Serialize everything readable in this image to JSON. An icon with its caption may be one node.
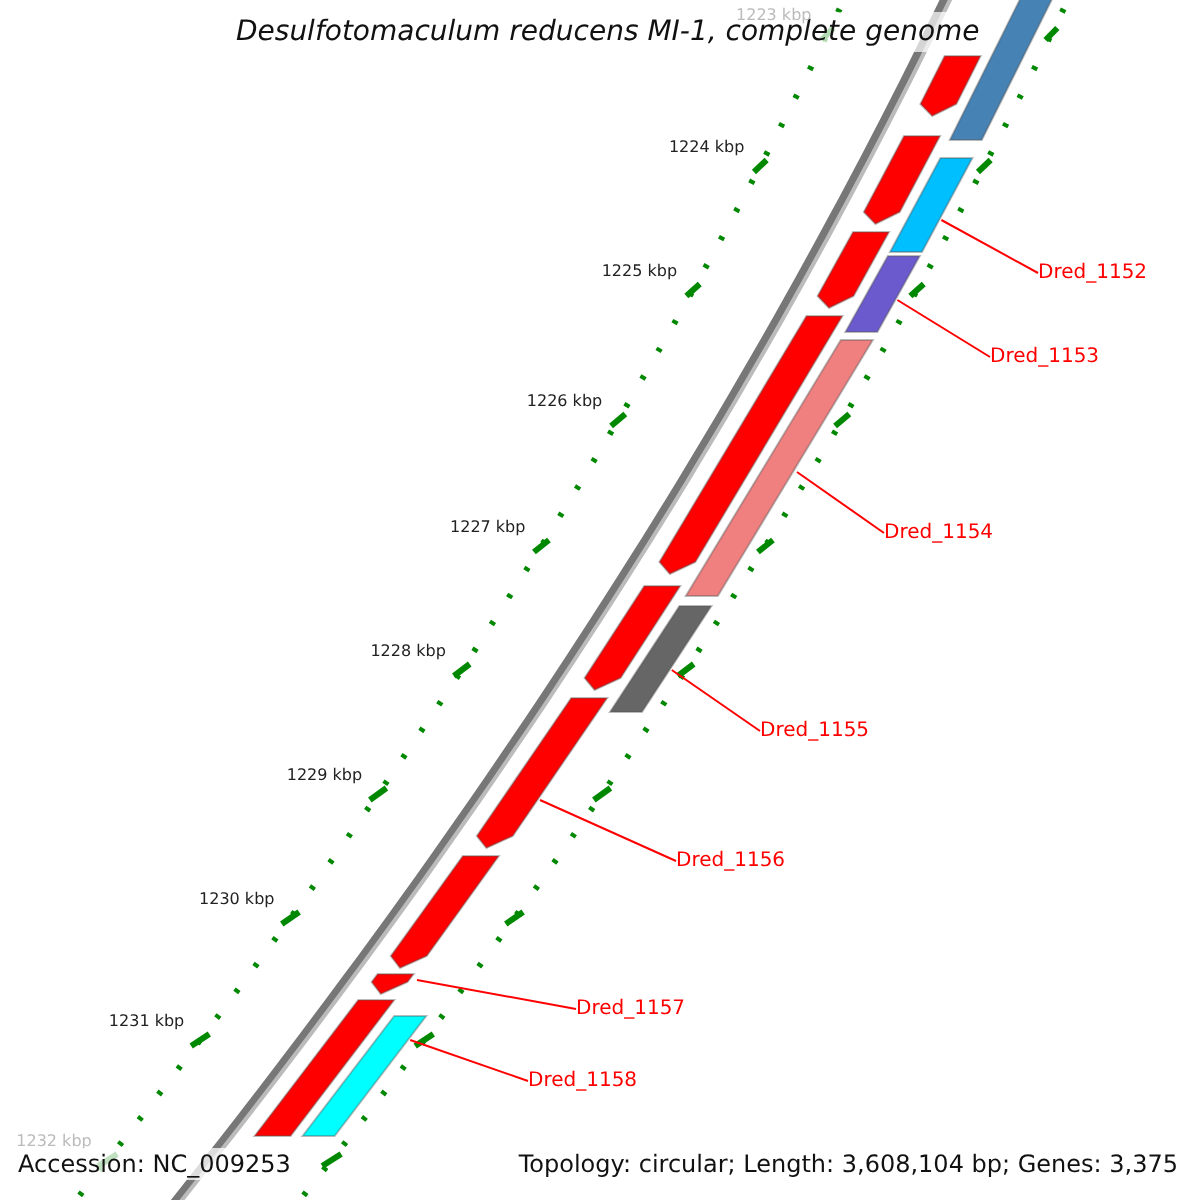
{
  "diagram": {
    "title": "Desulfotomaculum reducens MI-1, complete genome",
    "nodes": [
      {
        "text": [
          "Dred_1152"
        ]
      },
      {
        "text": [
          "Dred_1153"
        ]
      },
      {
        "text": [
          "Dred_1154"
        ]
      },
      {
        "text": [
          "Dred_1155"
        ]
      },
      {
        "text": [
          "Dred_1156"
        ]
      },
      {
        "text": [
          "Dred_1157"
        ]
      },
      {
        "text": [
          "Dred_1158"
        ]
      },
      {
        "text": [],
        "shape": "bar"
      },
      {
        "text": [],
        "shape": "bar"
      },
      {
        "text": [],
        "shape": "bar"
      },
      {
        "text": [],
        "shape": "bar"
      },
      {
        "text": [],
        "shape": "bar"
      },
      {
        "text": [],
        "shape": "bar"
      },
      {
        "text": [],
        "shape": "bar"
      },
      {
        "text": [],
        "shape": "bar"
      },
      {
        "text": [],
        "shape": "bar"
      },
      {
        "text": [],
        "shape": "bar"
      },
      {
        "text": [],
        "shape": "bar"
      },
      {
        "text": [],
        "shape": "bar"
      },
      {
        "text": [],
        "shape": "bar"
      },
      {
        "text": [],
        "shape": "bar"
      },
      {
        "text": [],
        "shape": "bar"
      }
    ],
    "edges": [
      {
        "from": 0,
        "to": 10,
        "arrow": "none"
      },
      {
        "from": 1,
        "to": 12,
        "arrow": "none"
      },
      {
        "from": 2,
        "to": 14,
        "arrow": "none"
      },
      {
        "from": 3,
        "to": 16,
        "arrow": "none"
      },
      {
        "from": 4,
        "to": 17,
        "arrow": "none"
      },
      {
        "from": 5,
        "to": 19,
        "arrow": "none"
      },
      {
        "from": 6,
        "to": 21,
        "arrow": "none"
      }
    ],
    "labels": [
      "1223 kbp",
      "1224 kbp",
      "1225 kbp",
      "1226 kbp",
      "1227 kbp",
      "1228 kbp",
      "1229 kbp",
      "1230 kbp",
      "1231 kbp",
      "1232 kbp",
      "Accession: NC_009253",
      "Topology: circular; Length: 3,608,104 bp; Genes: 3,375"
    ]
  }
}
